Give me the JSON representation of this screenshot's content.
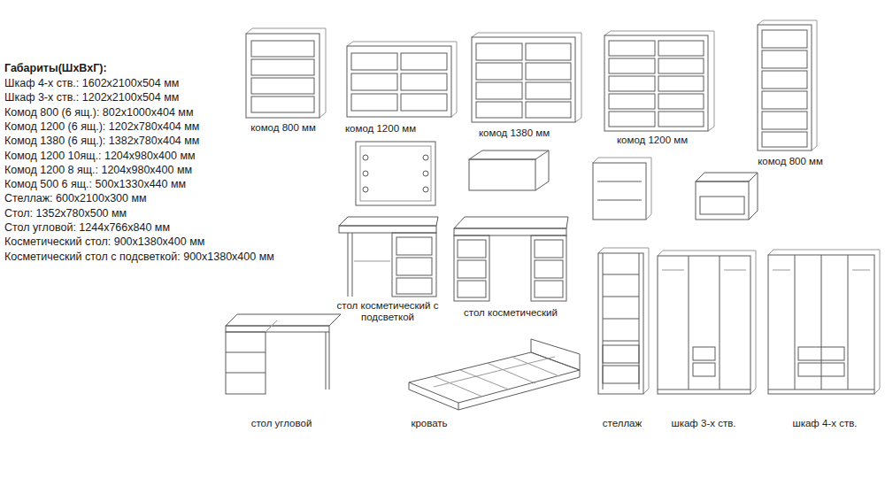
{
  "diagram": {
    "title": "Габариты(ШхВхГ):",
    "labels": [
      "Шкаф 4-х ств.: 1602x2100x504 мм",
      "Шкаф 3-х ств.: 1202x2100x504 мм",
      "Комод 800 (6 ящ.): 802x1000x404 мм",
      "Комод 1200 (6 ящ.): 1202x780x404 мм",
      "Комод 1380 (6 ящ.): 1382x780x404 мм",
      "Комод 1200 10ящ.: 1204x980x400 мм",
      "Комод 1200 8 ящ.: 1204x980x400 мм",
      "Комод 500 6 ящ.: 500x1330x440 мм",
      "Стеллаж: 600x2100x300 мм",
      "Стол: 1352x780x500 мм",
      "Стол угловой: 1244x766x840 мм",
      "Косметический стол: 900x1380x400 мм",
      "Косметический стол с подсветкой: 900x1380x400 мм",
      "комод 800 мм",
      "комод 1200 мм",
      "комод 1380 мм",
      "комод 1200 мм",
      "комод 800 мм",
      "стол косметический с подсветкой",
      "стол косметический",
      "стол угловой",
      "кровать",
      "стеллаж",
      "шкаф 3-х ств.",
      "шкаф 4-х ств."
    ]
  }
}
